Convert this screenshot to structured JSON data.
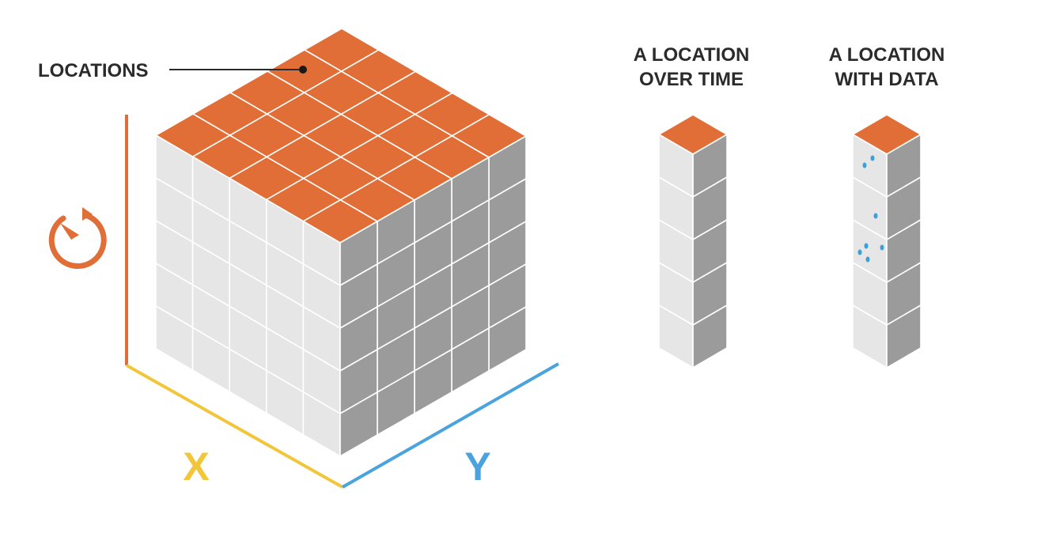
{
  "labels": {
    "locations": "LOCATIONS",
    "over_time_line1": "A LOCATION",
    "over_time_line2": "OVER TIME",
    "with_data_line1": "A LOCATION",
    "with_data_line2": "WITH DATA",
    "x_axis": "X",
    "y_axis": "Y"
  },
  "cube": {
    "columns": 5,
    "rows": 5,
    "layers": 5
  },
  "colors": {
    "top": "#e06e36",
    "left_face": "#e6e6e6",
    "right_face": "#9b9b9b",
    "time_axis": "#e06e36",
    "x_axis": "#f2c63a",
    "y_axis": "#4aa3df",
    "data_points": "#3aa0d8",
    "text": "#2b2b2b"
  },
  "icons": {
    "time": "clock-icon"
  }
}
